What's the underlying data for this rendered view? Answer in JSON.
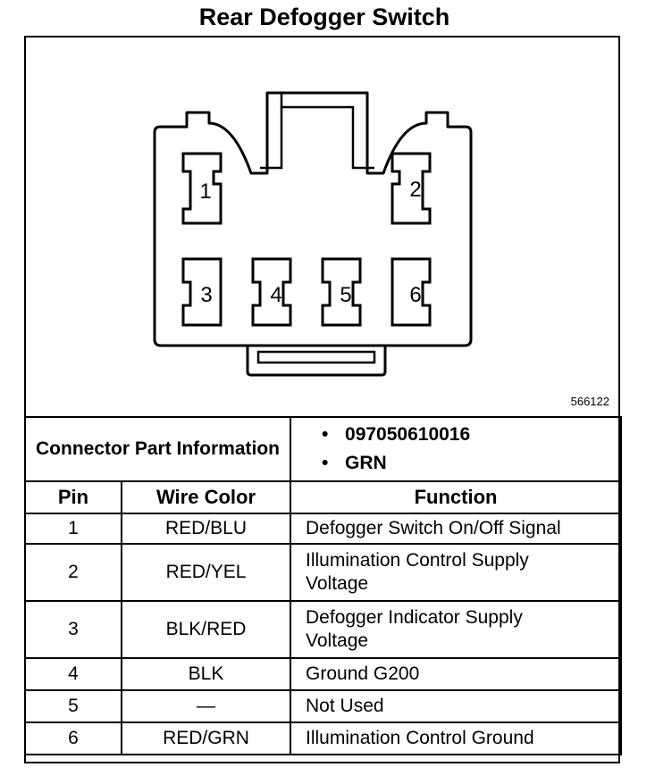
{
  "title": "Rear Defogger Switch",
  "figure_number": "566122",
  "connector": {
    "pin_labels": [
      "1",
      "2",
      "3",
      "4",
      "5",
      "6"
    ]
  },
  "connector_info": {
    "label": "Connector Part Information",
    "items": [
      "097050610016",
      "GRN"
    ]
  },
  "table": {
    "headers": [
      "Pin",
      "Wire Color",
      "Function"
    ],
    "rows": [
      {
        "pin": "1",
        "color": "RED/BLU",
        "function": "Defogger Switch On/Off Signal"
      },
      {
        "pin": "2",
        "color": "RED/YEL",
        "function": "Illumination Control Supply Voltage"
      },
      {
        "pin": "3",
        "color": "BLK/RED",
        "function": "Defogger Indicator Supply Voltage"
      },
      {
        "pin": "4",
        "color": "BLK",
        "function": "Ground G200"
      },
      {
        "pin": "5",
        "color": "—",
        "function": "Not Used"
      },
      {
        "pin": "6",
        "color": "RED/GRN",
        "function": "Illumination Control Ground"
      }
    ]
  }
}
